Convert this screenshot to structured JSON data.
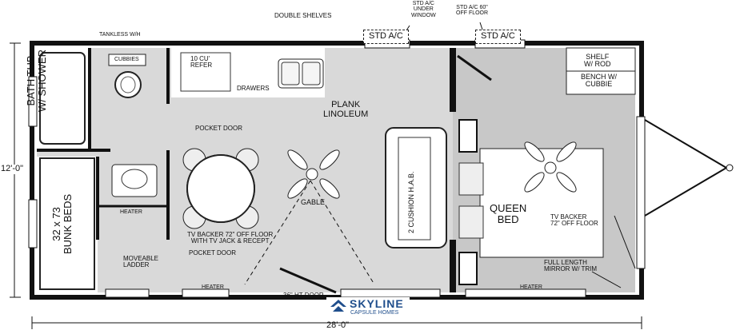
{
  "labels": {
    "tankless": "TANKLESS W/H",
    "double_shelves": "DOUBLE SHELVES",
    "std_ac_window": "STD A/C\nUNDER\nWINDOW",
    "std_ac_60": "STD A/C 60\"\nOFF FLOOR",
    "std_ac_box": "STD A/C",
    "std_ac_box_2": "STD A/C",
    "cubbies": "CUBBIES",
    "refer": "10 CU'\nREFER",
    "drawers": "DRAWERS",
    "plank": "PLANK\nLINOLEUM",
    "shelf_rod": "SHELF\nW/ ROD",
    "bench": "BENCH W/\nCUBBIE",
    "bathtub": "BATH TUB\nW/ SHOWER",
    "pocket_door_1": "POCKET DOOR",
    "pocket_door_2": "POCKET DOOR",
    "bunk": "32 x 73\nBUNK BEDS",
    "heater_1": "HEATER",
    "heater_2": "HEATER",
    "heater_3": "HEATER",
    "tv_backer_left": "TV BACKER 72\" OFF FLOOR\nWITH TV JACK & RECEPT",
    "gable": "GABLE",
    "cushion": "2 CUSHION H.A.B.",
    "queen": "QUEEN\nBED",
    "tv_backer_right": "TV BACKER\n72\" OFF FLOOR",
    "mirror": "FULL LENGTH\nMIRROR W/ TRIM",
    "ladder": "MOVEABLE\nLADDER",
    "door": "36\" HT DOOR"
  },
  "dimensions": {
    "width": "28'-0\"",
    "height": "12'-0\""
  },
  "brand": {
    "name": "SKYLINE",
    "sub": "CAPSULE HOMES"
  },
  "colors": {
    "wall": "#111111",
    "floor_gray": "#d9d9d9",
    "bedroom_gray": "#c8c8c8",
    "brand_blue": "#1f4e8c"
  }
}
